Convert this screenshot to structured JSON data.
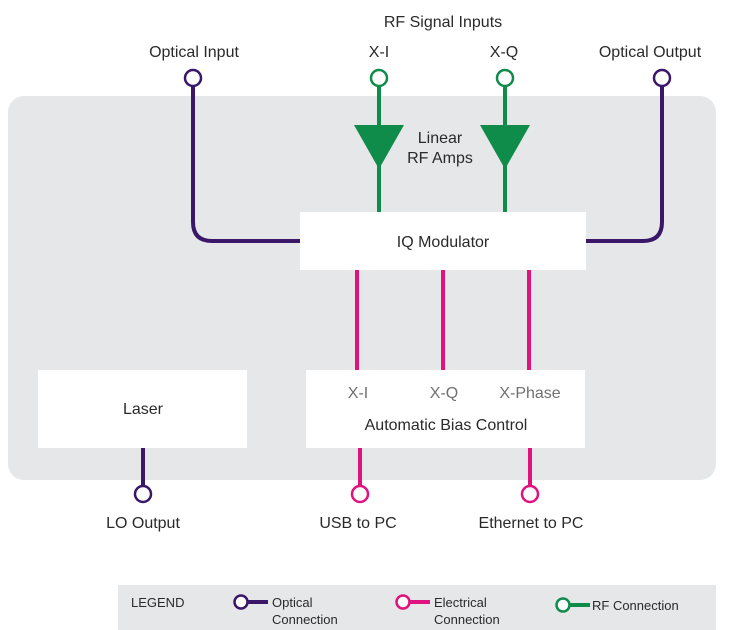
{
  "colors": {
    "optical": "#3a1768",
    "electrical": "#e0127f",
    "rf": "#0f8c4a",
    "panel": "#e6e7e8",
    "box": "#ffffff",
    "text": "#2a2a2a",
    "subtext": "#707070"
  },
  "labels": {
    "optical_input": "Optical Input",
    "optical_output": "Optical Output",
    "rf_signal_inputs": "RF Signal Inputs",
    "rf_xi": "X-I",
    "rf_xq": "X-Q",
    "amps_line1": "Linear",
    "amps_line2": "RF Amps",
    "iq_modulator": "IQ Modulator",
    "laser": "Laser",
    "abc_xi": "X-I",
    "abc_xq": "X-Q",
    "abc_xphase": "X-Phase",
    "abc_title": "Automatic Bias Control",
    "lo_output": "LO Output",
    "usb_to_pc": "USB to PC",
    "ethernet_to_pc": "Ethernet to PC"
  },
  "legend": {
    "title": "LEGEND",
    "optical_line1": "Optical",
    "optical_line2": "Connection",
    "electrical_line1": "Electrical",
    "electrical_line2": "Connection",
    "rf": "RF Connection"
  }
}
